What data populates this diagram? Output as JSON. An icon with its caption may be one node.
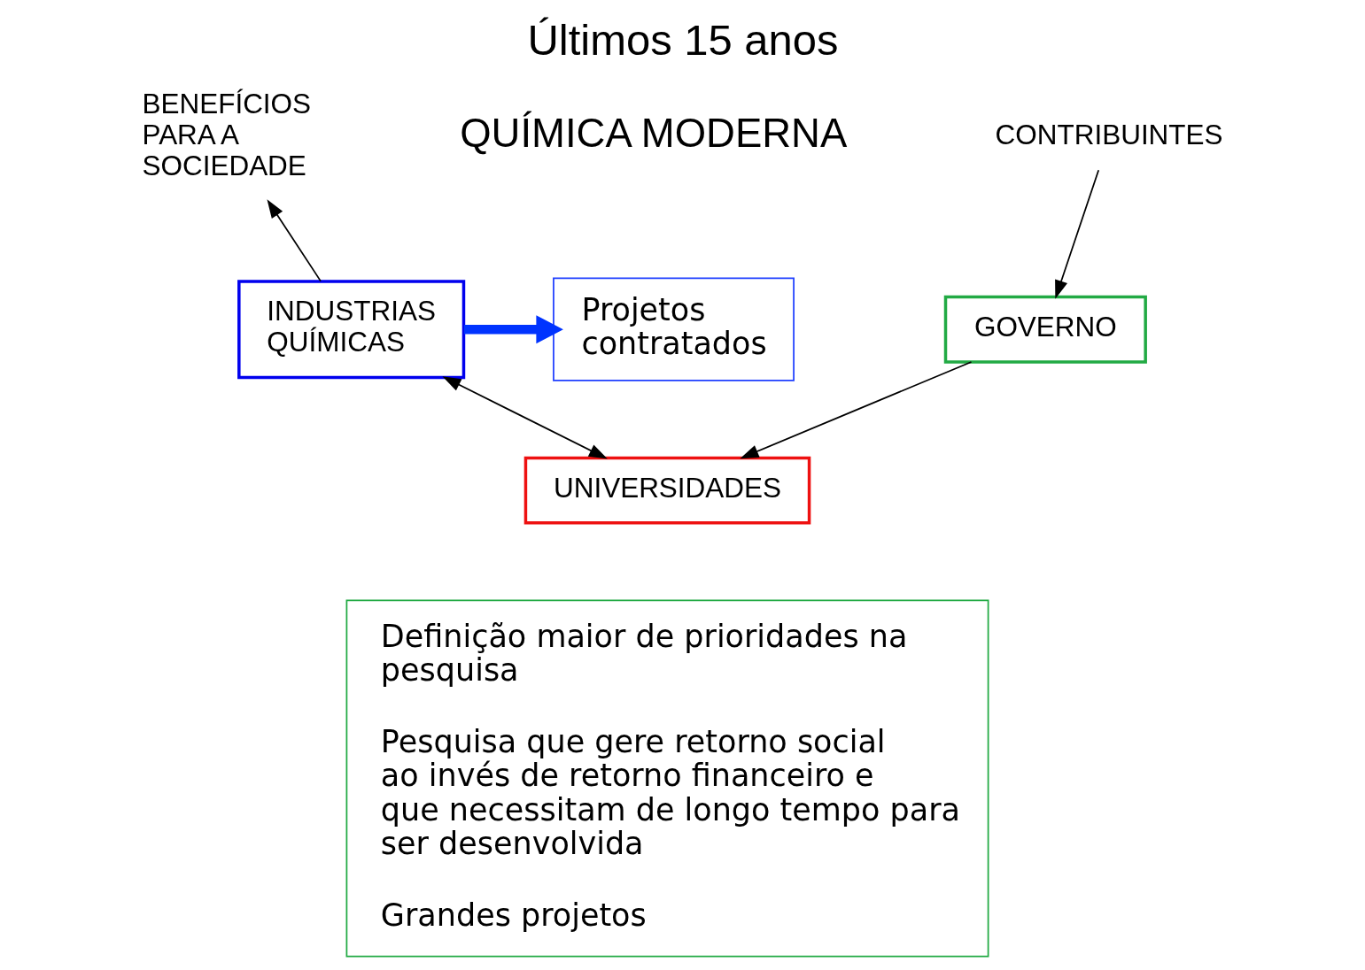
{
  "diagram": {
    "title": "Últimos 15 anos",
    "nodes": [
      {
        "text": [
          "BENEFÍCIOS PARA A SOCIEDADE"
        ]
      },
      {
        "text": [
          "CONTRIBUINTES"
        ]
      },
      {
        "text": [
          "Projetos contratados"
        ]
      },
      {
        "text": [
          "INDUSTRIAS QUÍMICAS"
        ]
      },
      {
        "text": [
          "GOVERNO"
        ]
      },
      {
        "text": [
          "UNIVERSIDADES"
        ]
      },
      {
        "text": [
          "Definição maior de prioridades na pesquisa",
          "Pesquisa que gere retorno social ao invés de retorno financeiro e que necessitam de longo tempo para ser desenvolvida",
          "Grandes projetos"
        ]
      }
    ],
    "edges": [
      {
        "from": 3,
        "to": 0,
        "arrow": "to"
      },
      {
        "from": 1,
        "to": 4,
        "arrow": "to"
      },
      {
        "from": 3,
        "to": 2,
        "arrow": "to",
        "style": "thick",
        "color": "#0033ff"
      },
      {
        "from": 4,
        "to": 5,
        "arrow": "to"
      },
      {
        "from": 5,
        "to": 3,
        "arrow": "both"
      }
    ],
    "labels": [
      "QUÍMICA MODERNA"
    ]
  }
}
